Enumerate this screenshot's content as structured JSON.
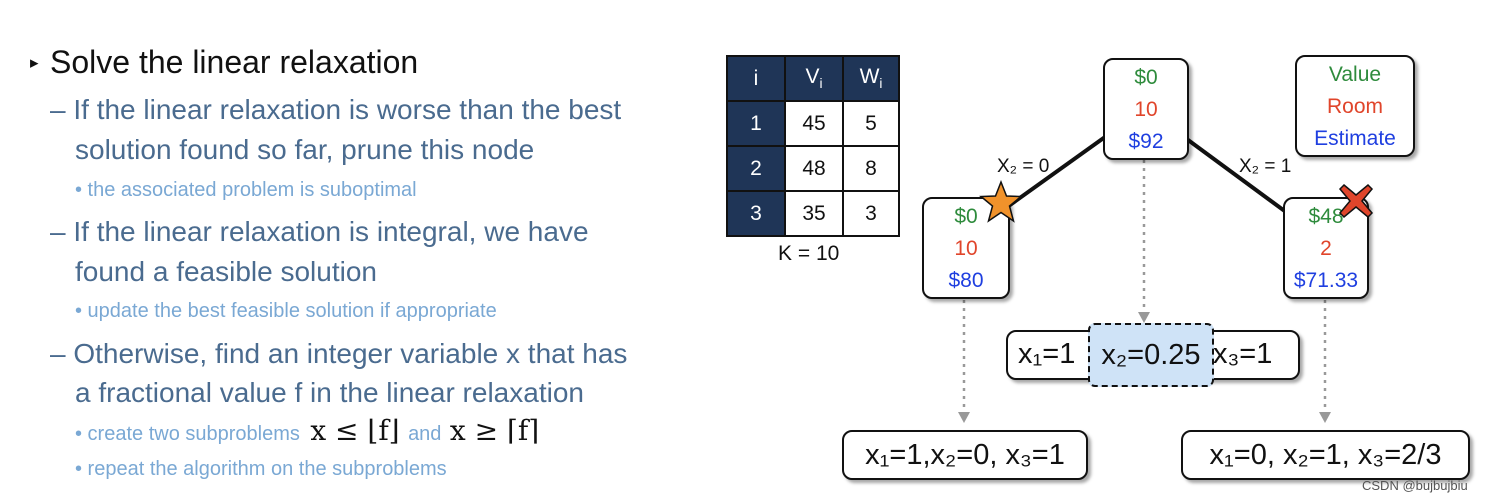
{
  "bullets": {
    "heading": "Solve the linear relaxation",
    "item1_line1": "– If the linear relaxation is worse than the best",
    "item1_line2": "solution found so far, prune this node",
    "item1_sub": "• the associated problem is suboptimal",
    "item2_line1": "– If the linear relaxation is integral, we have",
    "item2_line2": "found a feasible solution",
    "item2_sub": "• update the best feasible solution if appropriate",
    "item3_line1": "– Otherwise, find an integer variable x that has",
    "item3_line2": "a fractional value f in the linear relaxation",
    "item3_sub1_a": "• create two subproblems",
    "item3_sub1_math1": "x ≤ ⌊f⌋",
    "item3_sub1_b": "and",
    "item3_sub1_math2": "x ≥ ⌈f⌉",
    "item3_sub2": "• repeat the algorithm on the subproblems"
  },
  "table": {
    "headers": [
      "i",
      "V",
      "W"
    ],
    "header_subs": [
      "",
      "i",
      "i"
    ],
    "rows": [
      [
        "1",
        "45",
        "5"
      ],
      [
        "2",
        "48",
        "8"
      ],
      [
        "3",
        "35",
        "3"
      ]
    ],
    "capacity": "K = 10"
  },
  "legend": {
    "value": "Value",
    "room": "Room",
    "estimate": "Estimate"
  },
  "nodes": {
    "root": {
      "value": "$0",
      "room": "10",
      "estimate": "$92"
    },
    "left": {
      "value": "$0",
      "room": "10",
      "estimate": "$80"
    },
    "right": {
      "value": "$48",
      "room": "2",
      "estimate": "$71.33"
    }
  },
  "edges": {
    "left_label": "X₂ = 0",
    "right_label": "X₂ = 1"
  },
  "relaxation": {
    "part1": "x₁=1",
    "part2": "x₂=0.25",
    "part3": "x₃=1"
  },
  "solutions": {
    "left": "x₁=1,x₂=0, x₃=1",
    "right": "x₁=0, x₂=1, x₃=2/3"
  },
  "watermark": "CSDN @bujbujbiu",
  "colors": {
    "value": "#2e8b3c",
    "room": "#e0452b",
    "estimate": "#1f3fe0",
    "table_dark": "#1f3557",
    "highlight": "#cfe3f7",
    "star_orange": "#f0922b",
    "star_red": "#e0452b"
  }
}
